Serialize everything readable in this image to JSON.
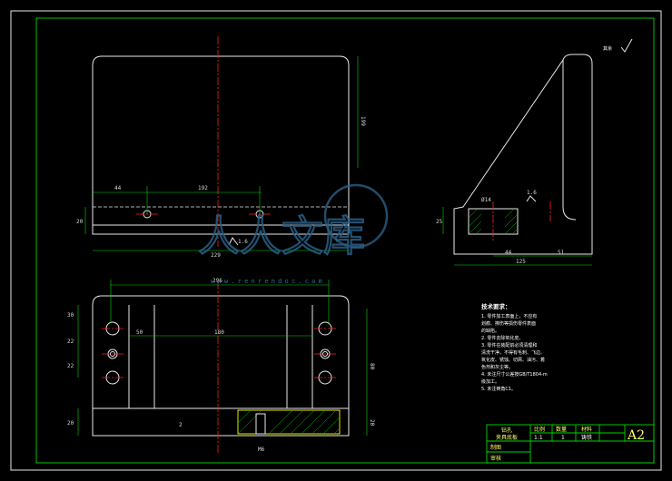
{
  "surface_roughness_note": {
    "text": "其余",
    "icon": "roughness-check-icon"
  },
  "front_view": {
    "dims": {
      "height_main": "199",
      "left_offset": "44",
      "hole_spacing": "192",
      "base_height": "20",
      "total_width": "229",
      "roughness": "1.6"
    }
  },
  "side_view": {
    "dims": {
      "hole_dia": "Ø14",
      "hole_depth": "25",
      "a": "44",
      "b": "51",
      "total": "125",
      "roughness": "1.6"
    }
  },
  "top_view": {
    "dims": {
      "overall": "296",
      "left_inner": "50",
      "mid_span": "180",
      "v1": "30",
      "v2": "22",
      "v3": "22",
      "v4": "20",
      "v5": "2",
      "right_total": "80",
      "right_small": "20",
      "sec_label": "M6"
    }
  },
  "tech_requirements": {
    "title": "技术要求：",
    "lines": [
      "1. 零件加工表面上，不应有",
      "划痕、擦伤等损伤零件表面",
      "的缺陷。",
      "2. 零件去除氧化皮。",
      "3. 零件在装配前必须清理和",
      "清洗干净，不得有毛刺、飞边、",
      "氧化皮、锈蚀、切屑、油污、着",
      "色剂和灰尘等。",
      "4. 未注尺寸公差按GB/T1804-m",
      "级加工。",
      "5. 未注倒角C1。"
    ]
  },
  "title_block": {
    "part_name_1": "钻孔",
    "part_name_2": "夹具底板",
    "scale_label": "比例",
    "scale_value": "1:1",
    "qty_label": "数量",
    "qty_value": "1",
    "material_label": "材料",
    "material_value": "铸铁",
    "sheet_size": "A2",
    "drawn_label": "制图",
    "checked_label": "审核"
  },
  "watermark": {
    "text": "人人文库",
    "url": "www.renrendoc.com"
  }
}
